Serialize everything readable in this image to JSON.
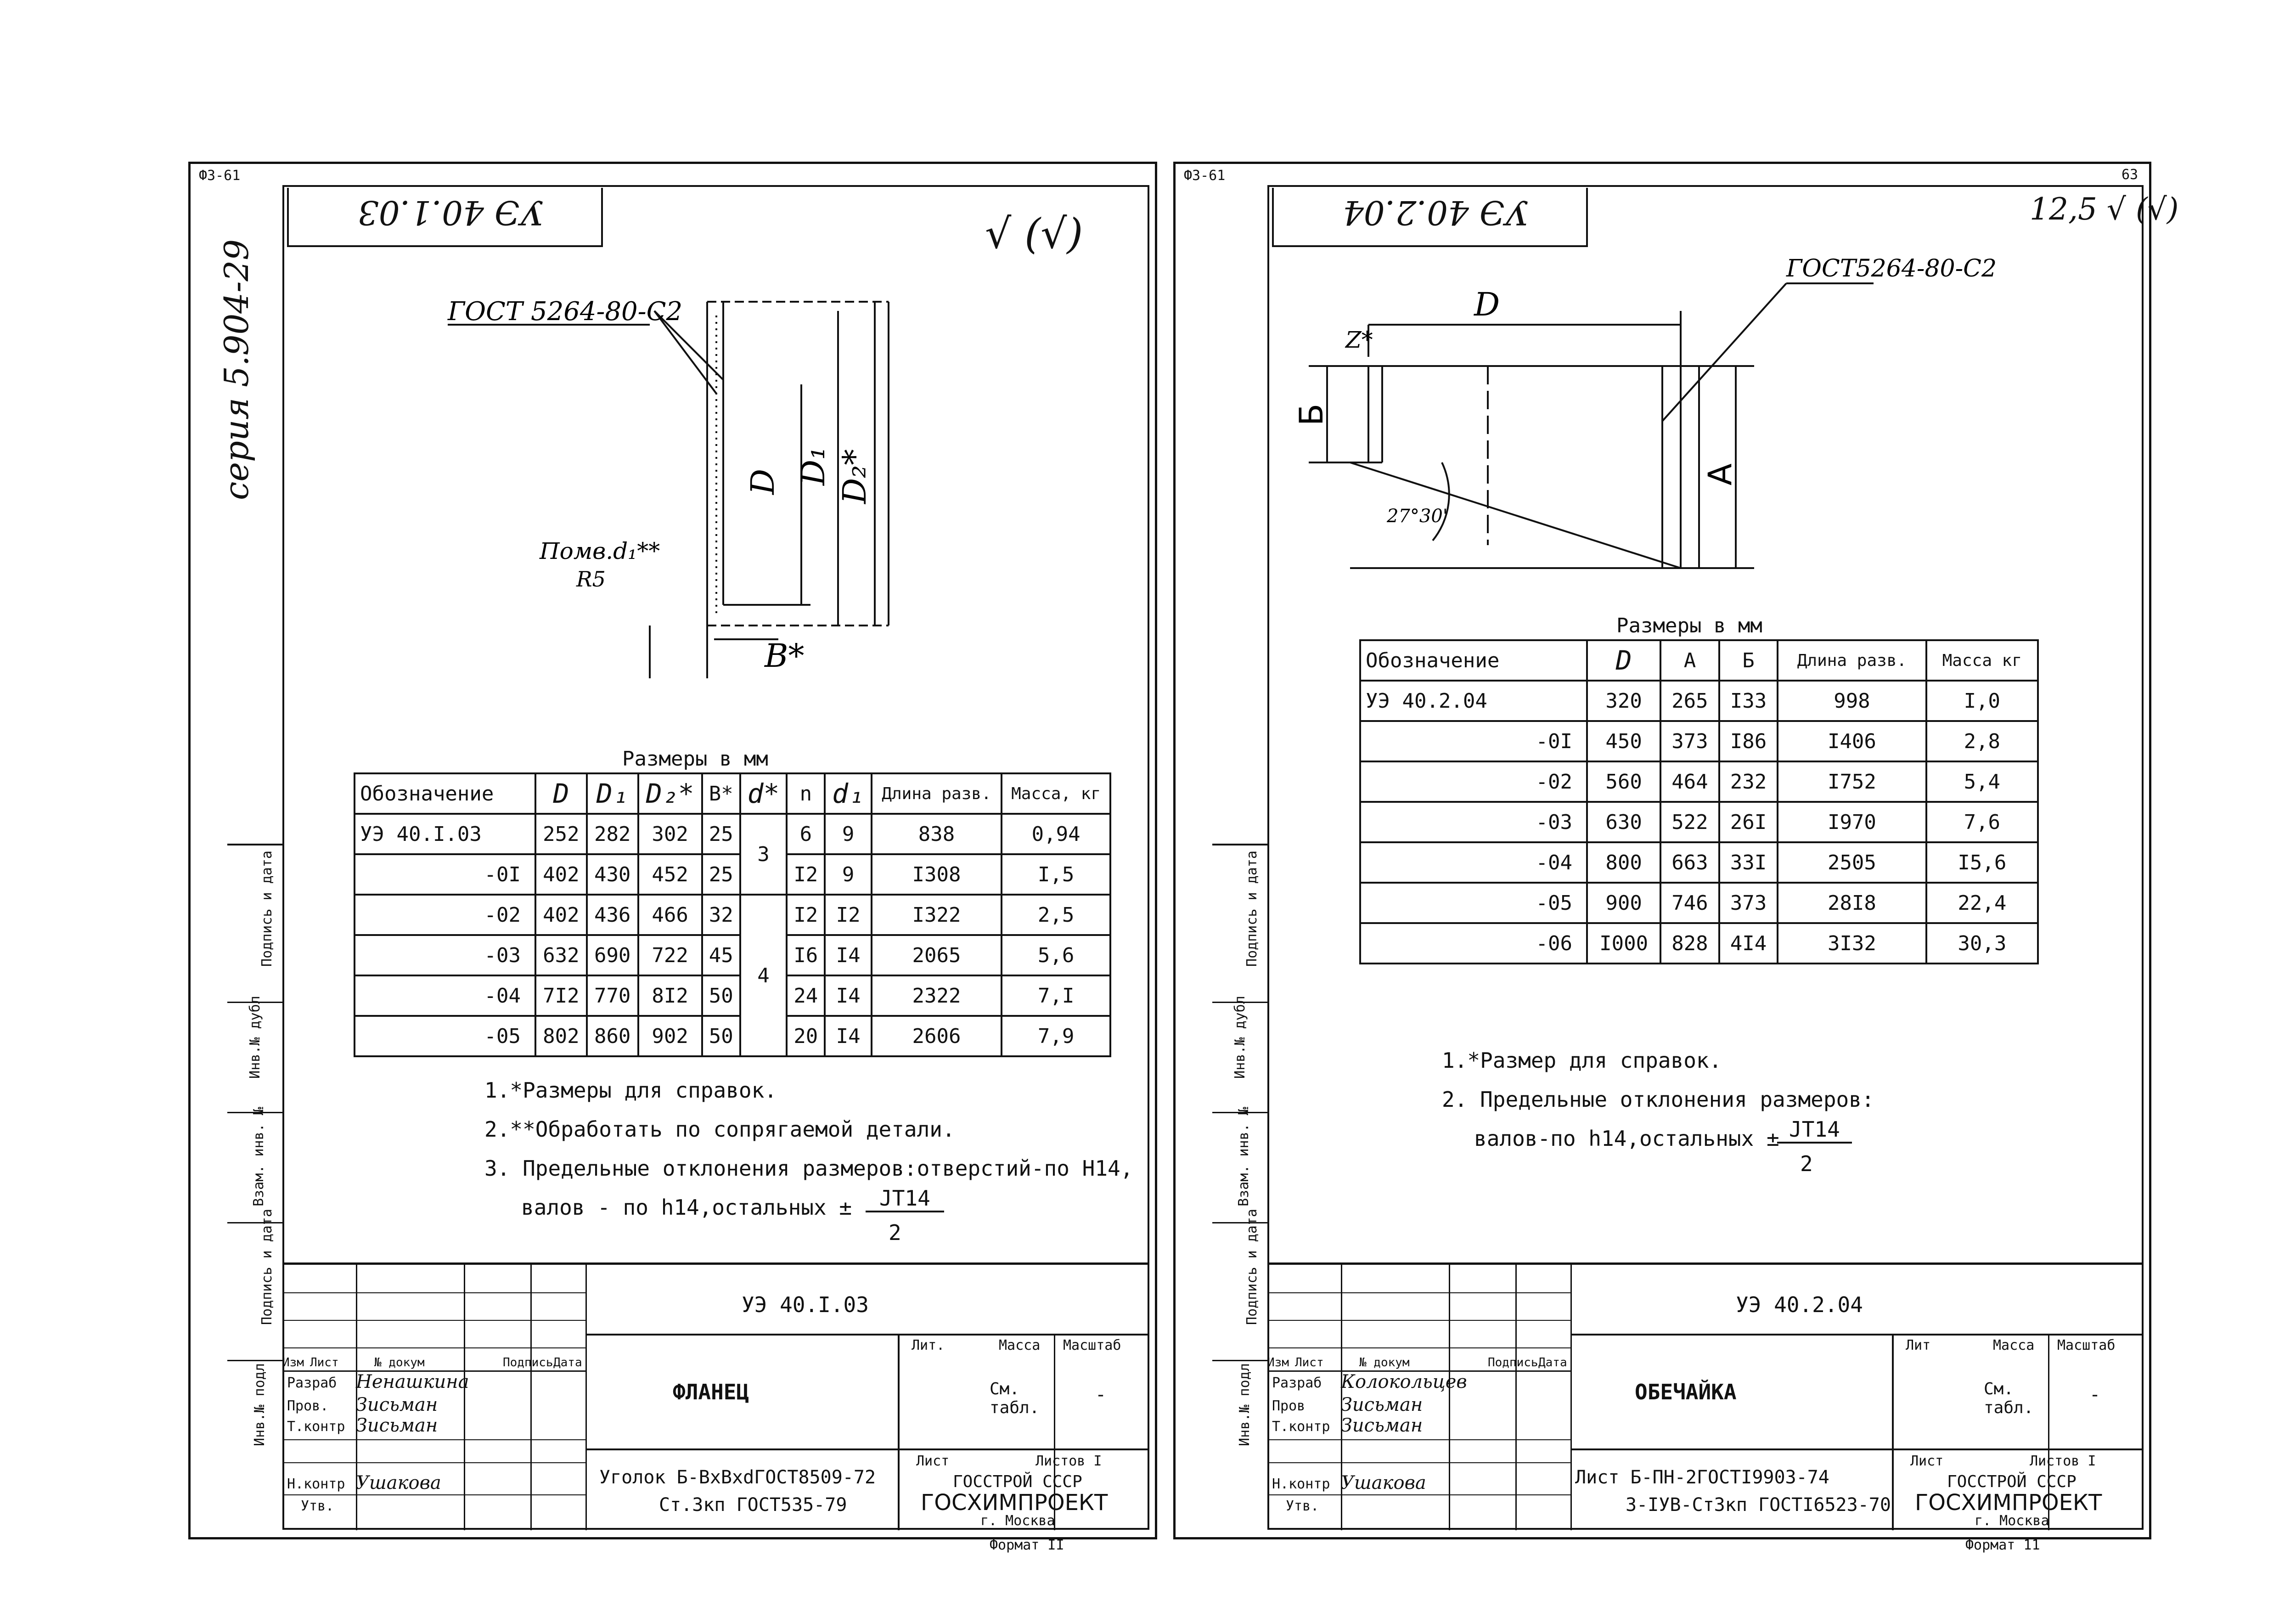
{
  "left": {
    "format_code": "Ф3-61",
    "series": "серия 5.904-29",
    "drawing_number_mirrored": "УЭ 40.1.03",
    "roughness": "√ (√)",
    "drawing_labels": {
      "weld": "ГОСТ 5264-80-С2",
      "holes": "Помв.d₁**",
      "radius": "R5",
      "d": "D",
      "d1": "D₁",
      "d2": "D₂*",
      "b": "B*"
    },
    "table_caption": "Размеры в мм",
    "headers": [
      "Обозначение",
      "D",
      "D₁",
      "D₂*",
      "B*",
      "d*",
      "n",
      "d₁",
      "Длина разв.",
      "Масса, кг"
    ],
    "rows": [
      [
        "УЭ 40.I.03",
        "252",
        "282",
        "302",
        "25",
        "3",
        "6",
        "9",
        "838",
        "0,94"
      ],
      [
        "-0I",
        "402",
        "430",
        "452",
        "25",
        "",
        "I2",
        "9",
        "I308",
        "I,5"
      ],
      [
        "-02",
        "402",
        "436",
        "466",
        "32",
        "4",
        "I2",
        "I2",
        "I322",
        "2,5"
      ],
      [
        "-03",
        "632",
        "690",
        "722",
        "45",
        "",
        "I6",
        "I4",
        "2065",
        "5,6"
      ],
      [
        "-04",
        "7I2",
        "770",
        "8I2",
        "50",
        "",
        "24",
        "I4",
        "2322",
        "7,I"
      ],
      [
        "-05",
        "802",
        "860",
        "902",
        "50",
        "",
        "20",
        "I4",
        "2606",
        "7,9"
      ]
    ],
    "notes": [
      "1.*Размеры для справок.",
      "2.**Обработать по сопрягаемой детали.",
      "3. Предельные отклонения размеров:отверстий-по Н14,",
      "валов - по h14,остальных ±"
    ],
    "tolerance_num": "JT14",
    "tolerance_den": "2",
    "stamp": {
      "code": "УЭ 40.I.03",
      "name": "ФЛАНЕЦ",
      "material_1": "Уголок Б-ВхВхdГОСТ8509-72",
      "material_2": "Ст.3кп ГОСТ535-79",
      "lit": "Лит.",
      "mass": "Масса",
      "scale": "Масштаб",
      "mass_value": "См. табл.",
      "scale_value": "-",
      "sheet": "Лист",
      "sheets": "Листов I",
      "org_1": "ГОССТРОЙ СССР",
      "org_2": "ГОСХИМПРОЕКТ",
      "org_3": "г. Москва",
      "format": "Формат II",
      "roles": [
        "Изм",
        "Лист",
        "№ докум",
        "Подпись",
        "Дата"
      ],
      "people": [
        [
          "Разраб",
          "Ненашкина"
        ],
        [
          "Пров.",
          "Зисьман"
        ],
        [
          "Т.контр",
          "Зисьман"
        ],
        [
          "",
          ""
        ],
        [
          "Н.контр",
          "Ушакова"
        ],
        [
          "Утв.",
          ""
        ]
      ]
    },
    "side_labels": [
      "Инв.№ подл",
      "Подпись и дата",
      "Взам. инв. №",
      "Инв.№ дубл",
      "Подпись и дата"
    ]
  },
  "right": {
    "format_code": "Ф3-61",
    "page_number": "63",
    "drawing_number_mirrored": "УЭ 40.2.04",
    "roughness": "12,5 √ (√)",
    "drawing_labels": {
      "weld": "ГОСТ5264-80-С2",
      "d": "D",
      "z": "Z*",
      "b": "Б",
      "a": "А",
      "angle": "27°30'"
    },
    "table_caption": "Размеры в мм",
    "headers": [
      "Обозначение",
      "D",
      "А",
      "Б",
      "Длина разв.",
      "Масса кг"
    ],
    "rows": [
      [
        "УЭ 40.2.04",
        "320",
        "265",
        "I33",
        "998",
        "I,0"
      ],
      [
        "-0I",
        "450",
        "373",
        "I86",
        "I406",
        "2,8"
      ],
      [
        "-02",
        "560",
        "464",
        "232",
        "I752",
        "5,4"
      ],
      [
        "-03",
        "630",
        "522",
        "26I",
        "I970",
        "7,6"
      ],
      [
        "-04",
        "800",
        "663",
        "33I",
        "2505",
        "I5,6"
      ],
      [
        "-05",
        "900",
        "746",
        "373",
        "28I8",
        "22,4"
      ],
      [
        "-06",
        "I000",
        "828",
        "4I4",
        "3I32",
        "30,3"
      ]
    ],
    "notes": [
      "1.*Размер для справок.",
      "2. Предельные отклонения размеров:",
      "валов-по h14,остальных ±"
    ],
    "tolerance_num": "JT14",
    "tolerance_den": "2",
    "stamp": {
      "code": "УЭ 40.2.04",
      "name": "ОБЕЧАЙКА",
      "material_1": "Лист Б-ПН-2ГОСТI9903-74",
      "material_2": "3-IУВ-Ст3кп ГОСТI6523-70",
      "lit": "Лит",
      "mass": "Масса",
      "scale": "Масштаб",
      "mass_value": "См. табл.",
      "scale_value": "-",
      "sheet": "Лист",
      "sheets": "Листов I",
      "org_1": "ГОССТРОЙ СССР",
      "org_2": "ГОСХИМПРОЕКТ",
      "org_3": "г. Москва",
      "format": "Формат 11",
      "roles": [
        "Изм",
        "Лист",
        "№ докум",
        "Подпись",
        "Дата"
      ],
      "people": [
        [
          "Разраб",
          "Колокольцев"
        ],
        [
          "Пров",
          "Зисьман"
        ],
        [
          "Т.контр",
          "Зисьман"
        ],
        [
          "",
          ""
        ],
        [
          "Н.контр",
          "Ушакова"
        ],
        [
          "Утв.",
          ""
        ]
      ]
    },
    "side_labels": [
      "Инв.№ подл",
      "Подпись и дата",
      "Взам. инв. №",
      "Инв.№ дубл",
      "Подпись и дата"
    ]
  }
}
